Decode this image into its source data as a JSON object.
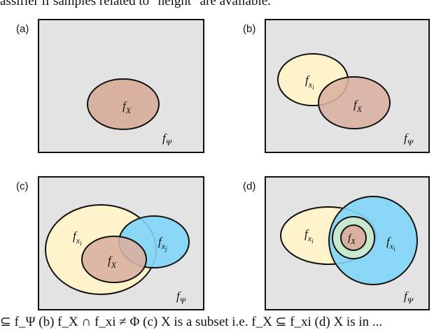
{
  "caption_top": "assifier if samples related to \"height\" are available.",
  "caption_bottom": "⊆ f_Ψ (b) f_X ∩ f_xi ≠ Φ (c) X is a subset i.e. f_X ⊆ f_xi (d) X is in ...",
  "panels": [
    {
      "label": "(a)",
      "space": "f",
      "space_sub": "Ψ",
      "regions": [
        {
          "main": "f",
          "sub": "X"
        }
      ]
    },
    {
      "label": "(b)",
      "space": "f",
      "space_sub": "Ψ",
      "regions": [
        {
          "main": "f",
          "sub": "x",
          "subsub": "i"
        },
        {
          "main": "f",
          "sub": "X"
        }
      ]
    },
    {
      "label": "(c)",
      "space": "f",
      "space_sub": "Ψ",
      "regions": [
        {
          "main": "f",
          "sub": "x",
          "subsub": "i"
        },
        {
          "main": "f",
          "sub": "x",
          "subsub": "j"
        },
        {
          "main": "f",
          "sub": "X"
        }
      ]
    },
    {
      "label": "(d)",
      "space": "f",
      "space_sub": "Ψ",
      "regions": [
        {
          "main": "f",
          "sub": "x",
          "subsub": "i"
        },
        {
          "main": "f",
          "sub": "x",
          "subsub": "i"
        },
        {
          "main": "f",
          "sub": "X"
        }
      ]
    }
  ],
  "colors": {
    "panel_fill": "#e3e3e3",
    "fx_fill": "#d9b1a0",
    "fxi_fill": "#fff3cc",
    "fxj_fill": "#80d4f8",
    "stroke": "#111111"
  }
}
